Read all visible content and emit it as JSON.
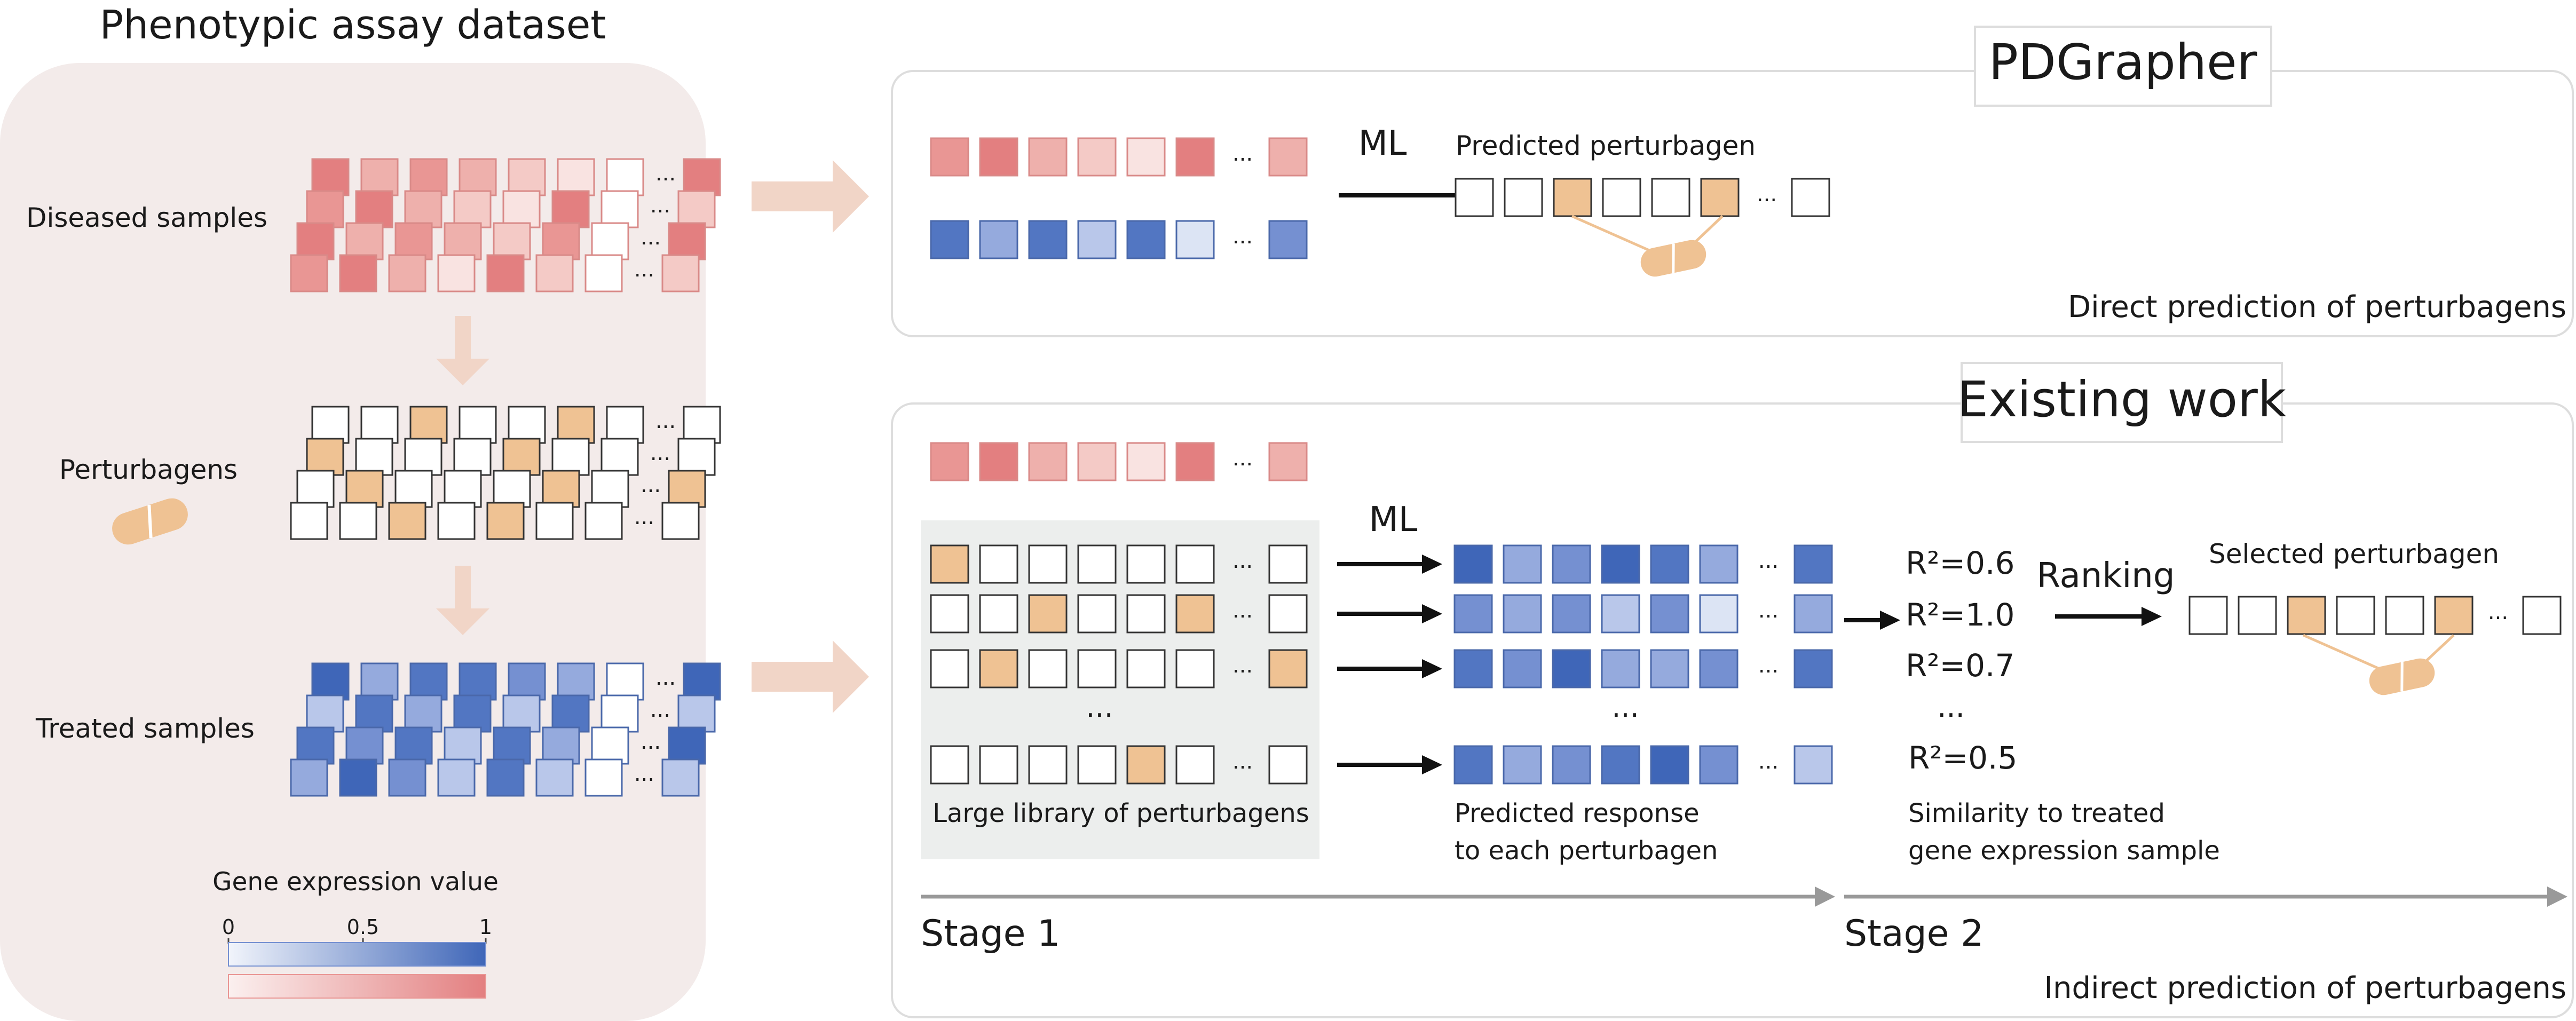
{
  "left_panel": {
    "title": "Phenotypic assay dataset",
    "diseased_label": "Diseased samples",
    "perturbagens_label": "Perturbagens",
    "treated_label": "Treated samples",
    "legend": {
      "title": "Gene expression value",
      "tick_min": "0",
      "tick_mid": "0.5",
      "tick_max": "1"
    }
  },
  "top_panel": {
    "title": "PDGrapher",
    "ml_label": "ML",
    "predicted_label": "Predicted perturbagen",
    "caption": "Direct prediction of perturbagens"
  },
  "bottom_panel": {
    "title": "Existing work",
    "ml_label": "ML",
    "library_label": "Large library of perturbagens",
    "response_label_line1": "Predicted response",
    "response_label_line2": "to each perturbagen",
    "r2_values": [
      "R²=0.6",
      "R²=1.0",
      "R²=0.7",
      "R²=0.5"
    ],
    "similarity_line1": "Similarity to treated",
    "similarity_line2": "gene expression sample",
    "ranking_label": "Ranking",
    "selected_label": "Selected perturbagen",
    "stage1": "Stage 1",
    "stage2": "Stage 2",
    "caption": "Indirect prediction of perturbagens"
  },
  "ellipsis": "...",
  "colors": {
    "panel_bg": "#f3ebea",
    "red_scale": [
      "#f9e3e1",
      "#f4cac6",
      "#eeb0ac",
      "#e99694",
      "#e37f80"
    ],
    "blue_scale": [
      "#dce4f4",
      "#b9c7ea",
      "#95aadd",
      "#7590d1",
      "#5276c2",
      "#3f66b8"
    ],
    "pill": "#efc293",
    "arrow_light": "#f1d5c7",
    "stage_arrow": "#999999",
    "library_bg": "#eceeed"
  }
}
